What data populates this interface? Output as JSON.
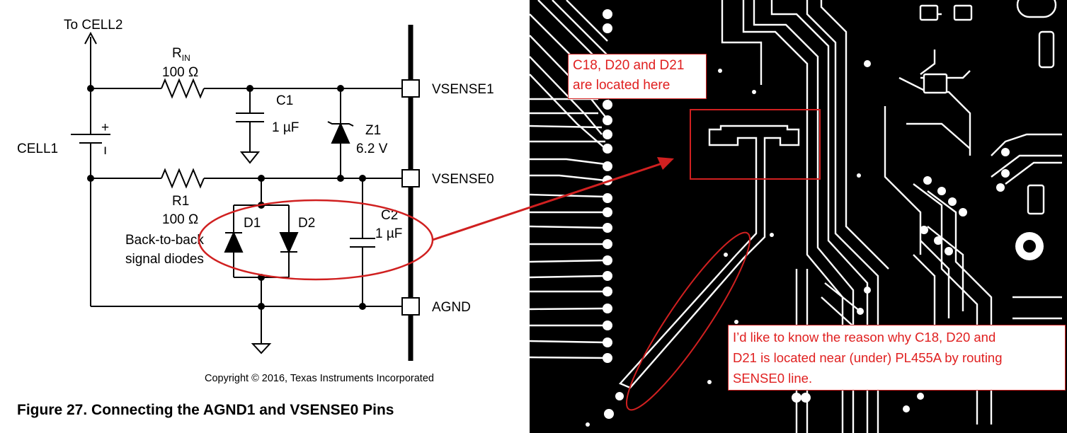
{
  "schematic": {
    "to_cell2": "To CELL2",
    "rin_label": "R",
    "rin_sub": "IN",
    "rin_value": "100 Ω",
    "c1_label": "C1",
    "c1_value": "1 µF",
    "z1_label": "Z1",
    "z1_value": "6.2 V",
    "cell1_label": "CELL1",
    "battery_plus": "+",
    "battery_minus": "ı",
    "r1_label": "R1",
    "r1_value": "100 Ω",
    "d1_label": "D1",
    "d2_label": "D2",
    "diodes_note_line1": "Back-to-back",
    "diodes_note_line2": "signal diodes",
    "c2_label": "C2",
    "c2_value": "1 µF",
    "pin_vsense1": "VSENSE1",
    "pin_vsense0": "VSENSE0",
    "pin_agnd": "AGND",
    "copyright": "Copyright © 2016, Texas Instruments Incorporated",
    "caption": "Figure 27.  Connecting the AGND1 and VSENSE0 Pins"
  },
  "pcb": {
    "note_top_line1": "C18, D20 and D21",
    "note_top_line2": "are located here",
    "note_bottom_line1": "I’d like to know the reason why C18, D20 and",
    "note_bottom_line2": "D21 is located near (under) PL455A by routing",
    "note_bottom_line3": "SENSE0 line."
  },
  "colors": {
    "annotation": "#e02020",
    "pcb_background": "#000000",
    "pcb_traces": "#ffffff"
  }
}
